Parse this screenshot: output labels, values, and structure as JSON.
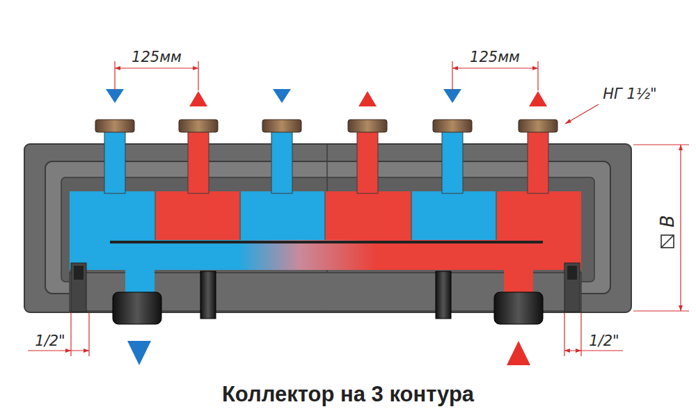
{
  "diagram": {
    "caption": "Коллектор на 3 контура",
    "labels": [
      "125мм",
      "125мм",
      "НГ 1½\"",
      "B",
      "1/2\"",
      "1/2\""
    ]
  }
}
